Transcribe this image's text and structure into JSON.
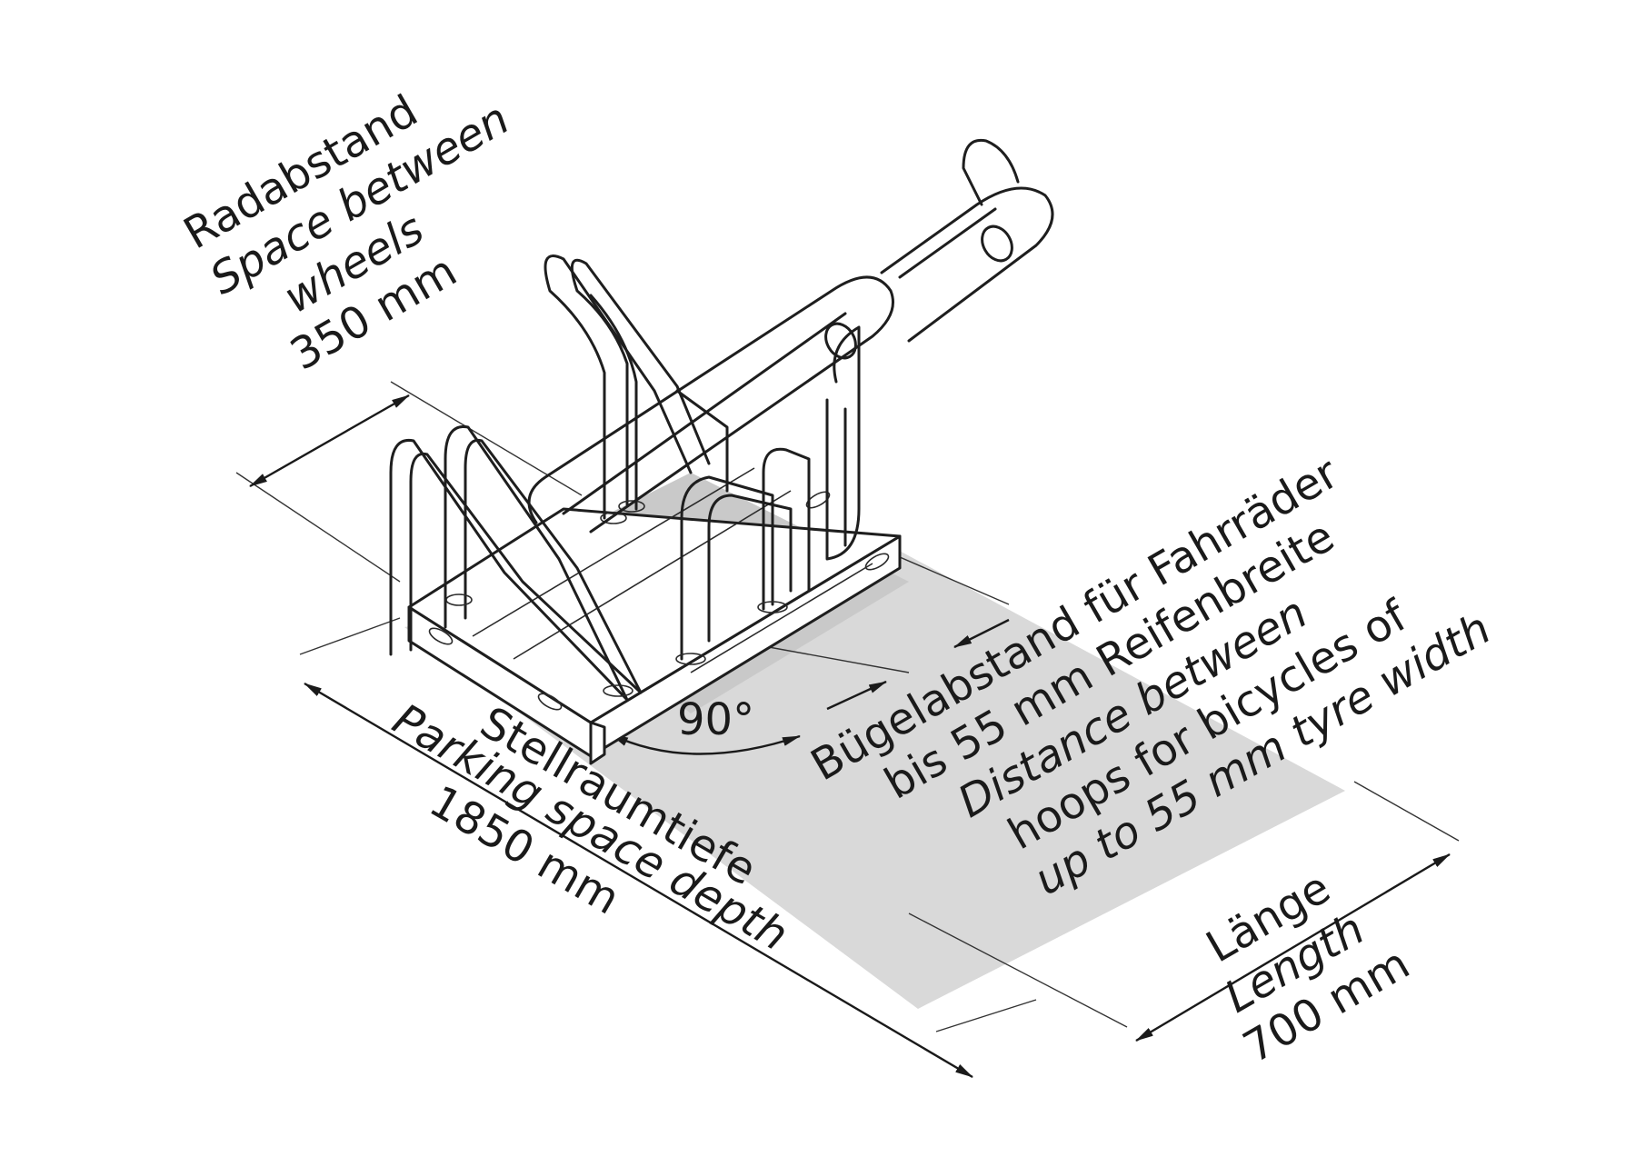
{
  "labels": {
    "wheel_spacing": [
      "Radabstand",
      "Space between",
      "wheels",
      "350 mm"
    ],
    "hoop_spacing": [
      "Bügelabstand für Fahrräder",
      "bis 55 mm Reifenbreite",
      "Distance between",
      "hoops for bicycles of",
      "up to 55 mm tyre width"
    ],
    "parking_depth": [
      "Stellraumtiefe",
      "Parking space depth",
      "1850 mm"
    ],
    "length": [
      "Länge",
      "Length",
      "700 mm"
    ],
    "angle": "90°"
  },
  "colors": {
    "floor": "#d9d9d9",
    "line": "#1e1e1e",
    "text": "#1a1a1a"
  }
}
